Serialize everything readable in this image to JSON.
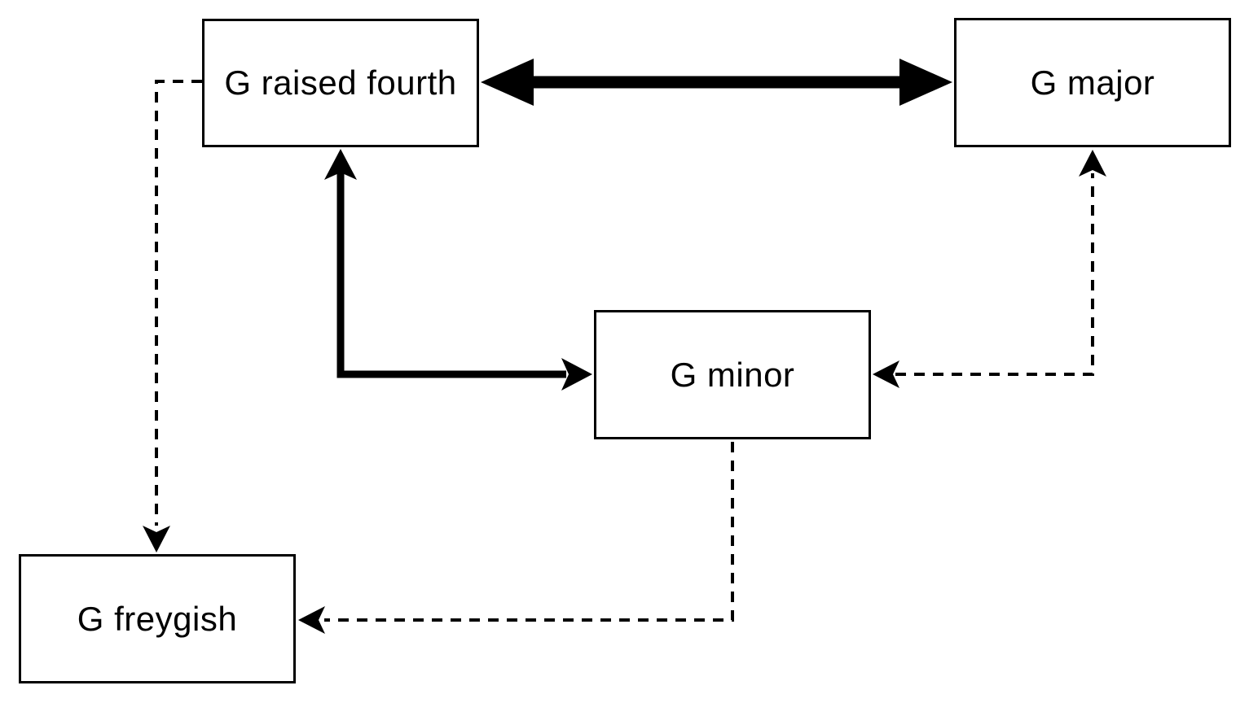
{
  "diagram": {
    "background_color": "#ffffff",
    "stroke_color": "#000000",
    "nodes": [
      {
        "id": "g-raised-fourth",
        "label": "G raised fourth"
      },
      {
        "id": "g-major",
        "label": "G major"
      },
      {
        "id": "g-minor",
        "label": "G minor"
      },
      {
        "id": "g-freygish",
        "label": "G freygish"
      }
    ],
    "edges": [
      {
        "from": "g-raised-fourth",
        "to": "g-major",
        "line": "solid-thick",
        "bidirectional": true,
        "route": "straight-horizontal"
      },
      {
        "from": "g-raised-fourth",
        "to": "g-minor",
        "line": "solid",
        "bidirectional": true,
        "route": "elbow-down-right"
      },
      {
        "from": "g-major",
        "to": "g-minor",
        "line": "dashed",
        "bidirectional": true,
        "route": "elbow-down-left"
      },
      {
        "from": "g-raised-fourth",
        "to": "g-freygish",
        "line": "dashed",
        "bidirectional": false,
        "route": "elbow-left-down"
      },
      {
        "from": "g-minor",
        "to": "g-freygish",
        "line": "dashed",
        "bidirectional": false,
        "route": "elbow-down-left"
      }
    ]
  }
}
